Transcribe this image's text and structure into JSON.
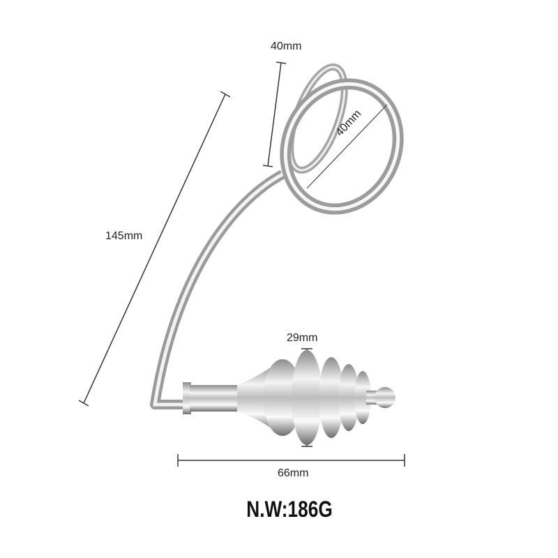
{
  "labels": {
    "ring_height": "40mm",
    "ring_diameter": "40mm",
    "total_length": "145mm",
    "plug_diameter": "29mm",
    "plug_length": "66mm"
  },
  "net_weight": "N.W:186G"
}
